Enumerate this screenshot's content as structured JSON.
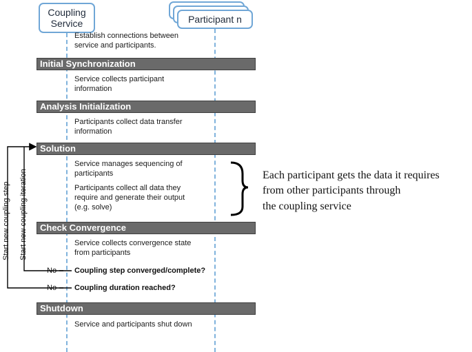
{
  "lanes": {
    "service": [
      "Coupling",
      "Service"
    ],
    "participant": "Participant n"
  },
  "steps": {
    "connect": [
      "Establish connections between",
      "service and participants."
    ],
    "initial_sync": "Initial Synchronization",
    "collect_info": [
      "Service collects participant",
      "information"
    ],
    "analysis_init": "Analysis Initialization",
    "collect_transfer": [
      "Participants collect data transfer",
      "information"
    ],
    "solution": "Solution",
    "sequencing": [
      "Service manages sequencing of",
      "participants"
    ],
    "generate": [
      "Participants collect all data they",
      "require and generate their output",
      "(e.g. solve)"
    ],
    "check_convergence": "Check Convergence",
    "convergence_state": [
      "Service collects convergence state",
      "from participants"
    ],
    "q_converged": "Coupling step converged/complete?",
    "q_duration": "Coupling duration reached?",
    "no_label": "No",
    "shutdown": "Shutdown",
    "shutdown_note": "Service and participants shut down"
  },
  "loops": {
    "coupling_step": "Start new coupling step",
    "coupling_iteration": "Start new coupling iteration"
  },
  "annotation": [
    "Each participant  gets the data it requires",
    "from  other participants  through",
    "the  coupling  service"
  ],
  "colors": {
    "lane_border": "#6fa6d6",
    "phase_bar": "#6a6a6a",
    "lifeline": "#7fb2dc"
  }
}
